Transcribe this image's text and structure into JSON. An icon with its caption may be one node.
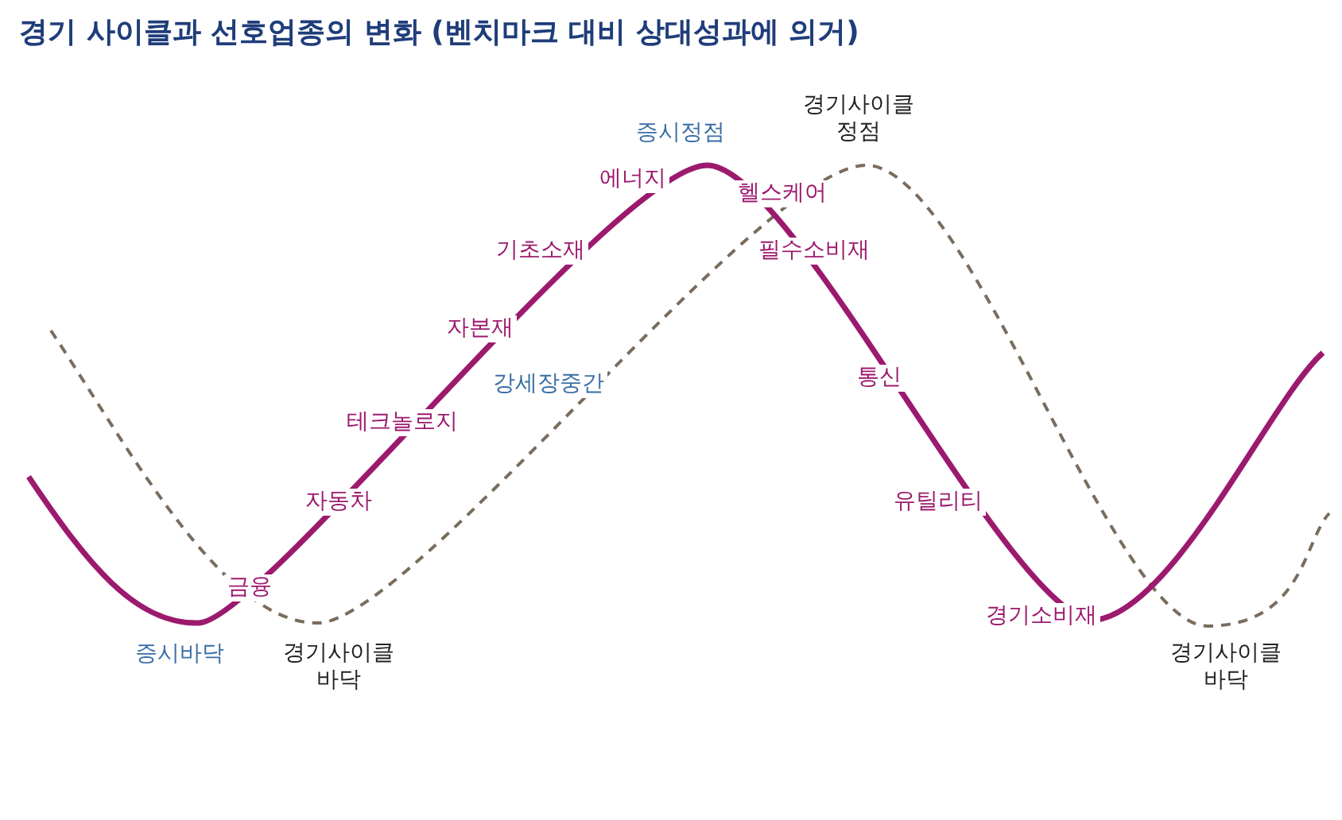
{
  "diagram": {
    "title": "경기 사이클과 선호업종의 변화 (벤치마크 대비 상대성과에 의거)",
    "labels": [
      "증시정점",
      "경기사이클 정점",
      "에너지",
      "헬스케어",
      "기초소재",
      "필수소비재",
      "자본재",
      "강세장중간",
      "통신",
      "테크놀로지",
      "자동차",
      "유틸리티",
      "금융",
      "경기소비재",
      "증시바닥",
      "경기사이클 바닥",
      "경기사이클 바닥"
    ]
  }
}
